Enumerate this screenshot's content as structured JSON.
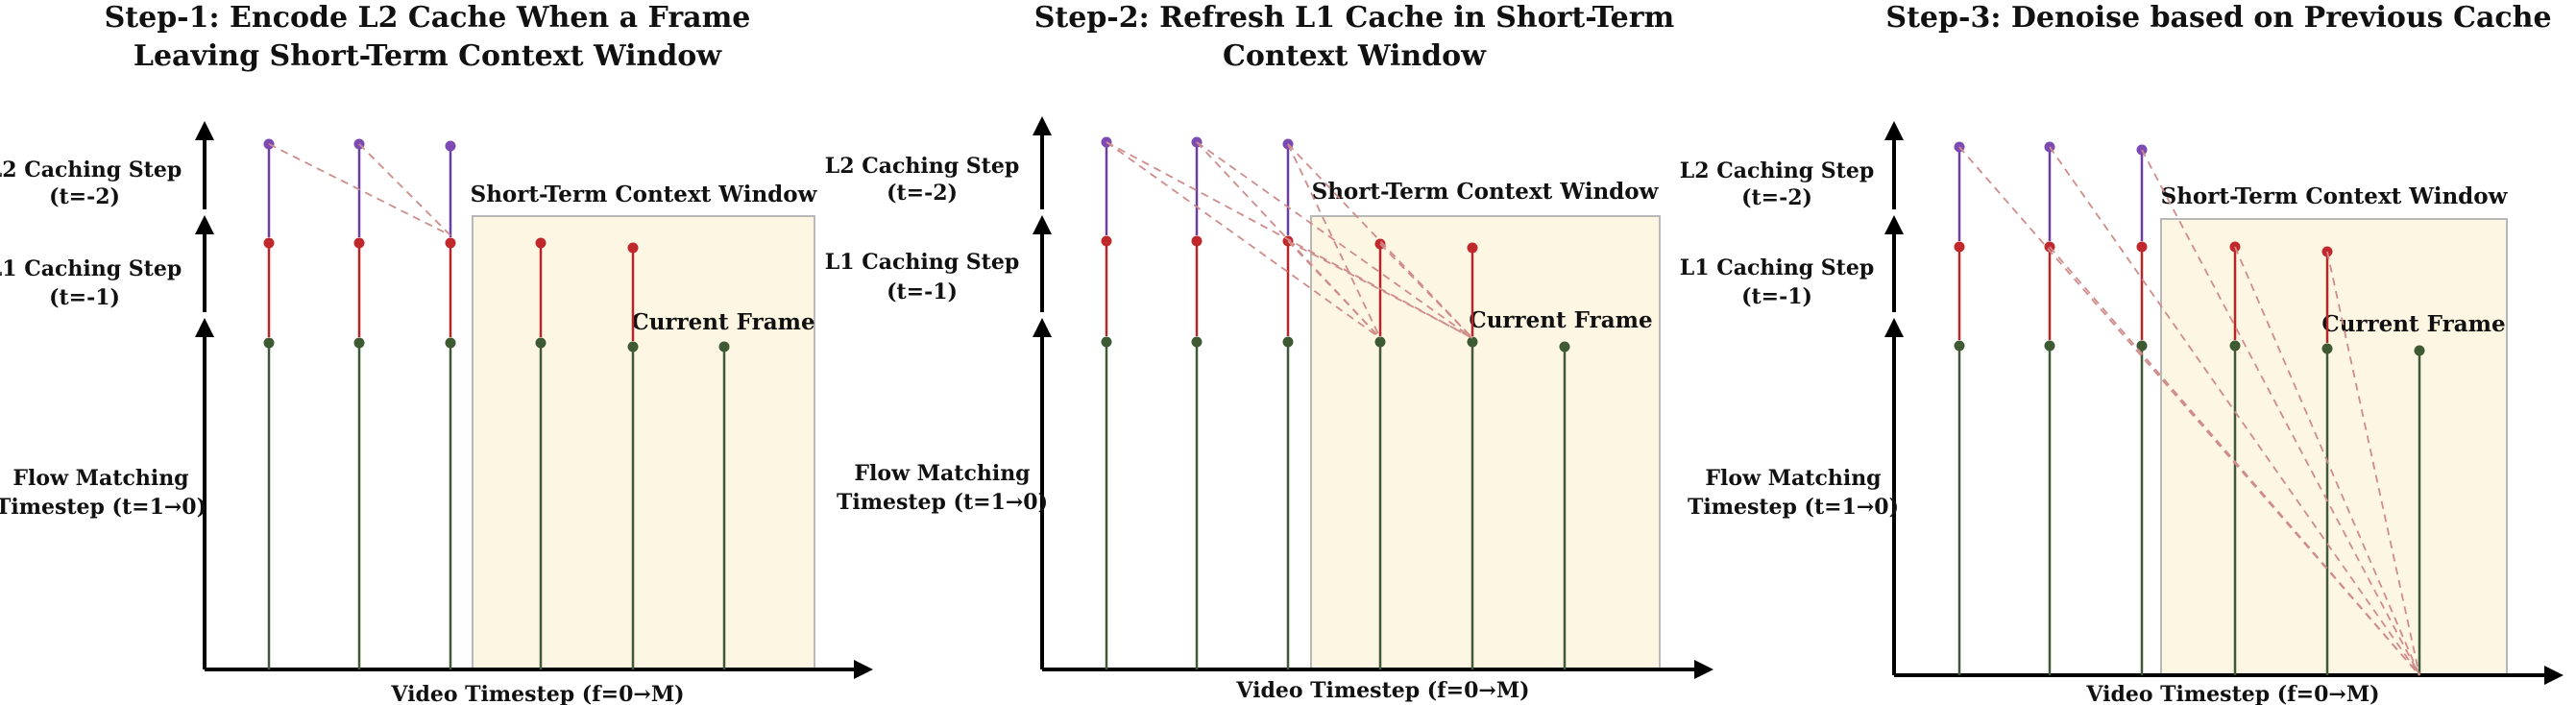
{
  "colors": {
    "context_fill": "#fdf6e3",
    "context_stroke": "#b8b8b8",
    "l2_stem": "#6a3fa0",
    "l2_dot": "#7b4bb3",
    "l1_stem": "#b3262a",
    "l1_dot": "#c0282c",
    "flow_stem": "#3f5a36",
    "flow_dot": "#3d5a33",
    "dashed": "#d08b8b"
  },
  "common": {
    "l2_label": [
      "L2 Caching Step",
      "(t=-2)"
    ],
    "l1_label": [
      "L1 Caching Step",
      "(t=-1)"
    ],
    "flow_label": [
      "Flow Matching",
      "Timestep (t=1→0)"
    ],
    "x_axis": "Video Timestep (f=0→M)",
    "window_label": "Short-Term Context Window",
    "current_label": "Current Frame"
  },
  "panels": [
    {
      "title": [
        "Step-1: Encode L2 Cache When a Frame",
        "Leaving Short-Term Context Window"
      ]
    },
    {
      "title": [
        "Step-2: Refresh L1 Cache in Short-Term",
        "Context Window"
      ]
    },
    {
      "title": [
        "Step-3: Denoise based on Previous Cache"
      ]
    }
  ]
}
